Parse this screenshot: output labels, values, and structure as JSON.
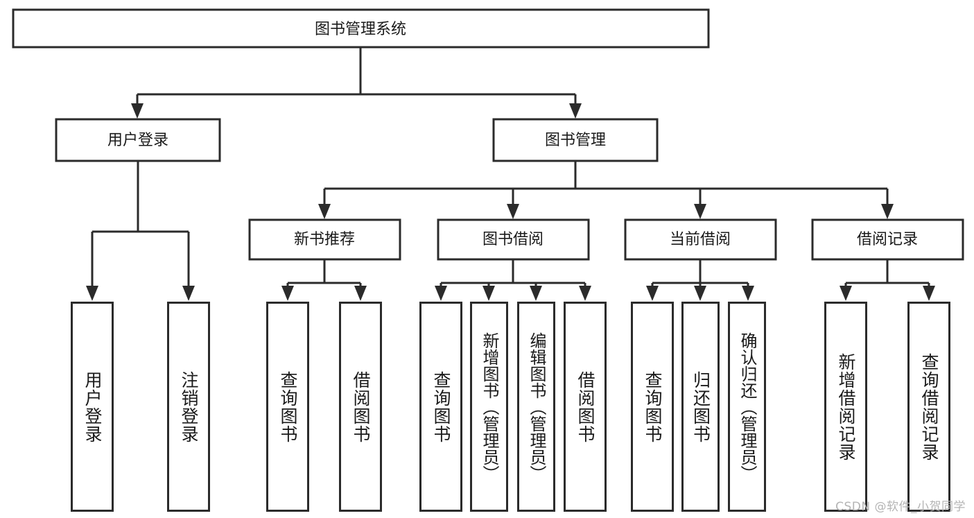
{
  "diagram": {
    "type": "tree-hierarchy",
    "title": "图书管理系统",
    "root": {
      "label": "图书管理系统"
    },
    "level2": [
      {
        "label": "用户登录"
      },
      {
        "label": "图书管理"
      }
    ],
    "level3": [
      {
        "label": "新书推荐"
      },
      {
        "label": "图书借阅"
      },
      {
        "label": "当前借阅"
      },
      {
        "label": "借阅记录"
      }
    ],
    "leaves": {
      "user_login": [
        {
          "label": "用户登录"
        },
        {
          "label": "注销登录"
        }
      ],
      "new_book_recommend": [
        {
          "label": "查询图书"
        },
        {
          "label": "借阅图书"
        }
      ],
      "book_borrow": [
        {
          "label": "查询图书"
        },
        {
          "label": "新增图书（管理员）"
        },
        {
          "label": "编辑图书（管理员）"
        },
        {
          "label": "借阅图书"
        }
      ],
      "current_borrow": [
        {
          "label": "查询图书"
        },
        {
          "label": "归还图书"
        },
        {
          "label": "确认归还（管理员）"
        }
      ],
      "borrow_record": [
        {
          "label": "新增借阅记录"
        },
        {
          "label": "查询借阅记录"
        }
      ]
    }
  },
  "watermark": {
    "text": "CSDN @软件_小贺同学"
  },
  "colors": {
    "stroke": "#2b2b2b",
    "fill": "#ffffff",
    "text": "#1a1a1a",
    "watermark": "#b4b4b4"
  }
}
